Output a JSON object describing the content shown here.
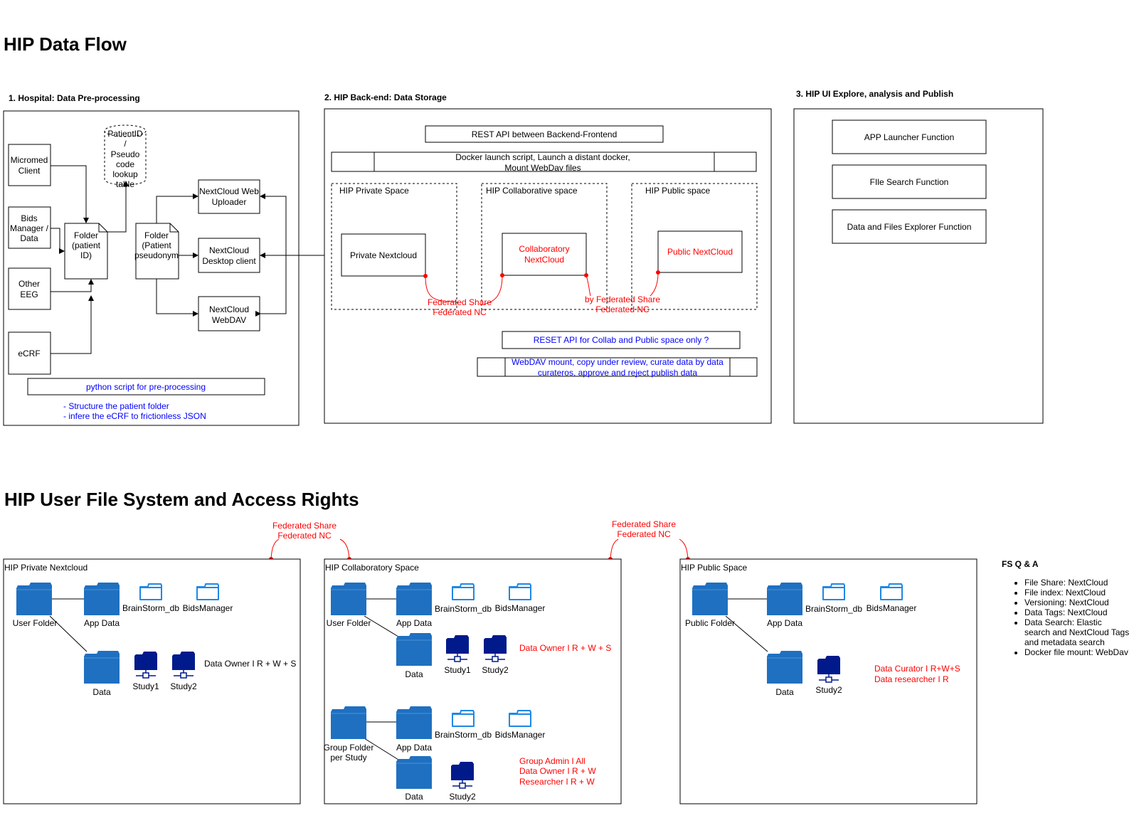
{
  "titles": {
    "data_flow": "HIP Data Flow",
    "file_system": "HIP User File System and Access Rights"
  },
  "hospital": {
    "heading": "1. Hospital: Data Pre-processing",
    "micromed": [
      "Micromed",
      "Client"
    ],
    "bids": [
      "Bids",
      "Manager /",
      "Data"
    ],
    "other_eeg": [
      "Other",
      "EEG"
    ],
    "ecrf": "eCRF",
    "patient_db": [
      "PatientID",
      "/",
      "Pseudo",
      "code",
      "lookup",
      "table"
    ],
    "folder_patient_id": [
      "Folder",
      "(patient",
      "ID)"
    ],
    "folder_pseudonym": [
      "Folder",
      "(Patient",
      "pseudonym"
    ],
    "web_uploader": [
      "NextCloud Web",
      "Uploader"
    ],
    "desktop_client": [
      "NextCloud",
      "Desktop client"
    ],
    "webdav": [
      "NextCloud",
      "WebDAV"
    ],
    "python_script": "python script for pre-processing",
    "notes": [
      "- Structure the patient folder",
      "- infere the eCRF to frictionless JSON"
    ]
  },
  "backend": {
    "heading": "2. HIP Back-end: Data Storage",
    "rest_api": "REST API between Backend-Frontend",
    "docker_script": [
      "Docker launch script, Launch a distant docker,",
      "Mount WebDav files"
    ],
    "private_space": "HIP Private Space",
    "collab_space": "HIP Collaborative space",
    "public_space": "HIP Public space",
    "private_nextcloud": "Private Nextcloud",
    "collab_nextcloud": [
      "Collaboratory",
      "NextCloud"
    ],
    "public_nextcloud": "Public NextCloud",
    "fed_left": [
      "Federated Share",
      "Federated NC"
    ],
    "fed_right": [
      "by Federated Share",
      "Federated NC"
    ],
    "reset_api": "RESET API for Collab and Public space only ?",
    "webdav_mount": [
      "WebDAV mount, copy under review, curate data by data",
      "curateros, approve and reject publish data"
    ]
  },
  "ui": {
    "heading": "3. HIP UI Explore, analysis and Publish",
    "app_launcher": "APP Launcher Function",
    "file_search": "FIle Search Function",
    "explorer": "Data and Files Explorer Function"
  },
  "fs": {
    "federated_1": [
      "Federated Share",
      "Federated NC"
    ],
    "federated_2": [
      "Federated Share",
      "Federated NC"
    ],
    "private": {
      "title": "HIP Private Nextcloud",
      "user_folder": "User Folder",
      "app_data": "App Data",
      "brainstorm": "BrainStorm_db",
      "bids": "BidsManager",
      "data": "Data",
      "study1": "Study1",
      "study2": "Study2",
      "rights": "Data Owner I R + W + S"
    },
    "collab": {
      "title": "HIP Collaboratory Space",
      "user_folder": "User Folder",
      "app_data": "App Data",
      "brainstorm": "BrainStorm_db",
      "bids": "BidsManager",
      "data": "Data",
      "study1": "Study1",
      "study2": "Study2",
      "rights": "Data Owner I R + W + S",
      "group_folder": [
        "Group Folder",
        "per Study"
      ],
      "app_data_2": "App Data",
      "brainstorm_2": "BrainStorm_db",
      "bids_2": "BidsManager",
      "data_2": "Data",
      "study2_2": "Study2",
      "group_rights": [
        "Group Admin I All",
        "Data Owner I R + W",
        "Researcher I R + W"
      ]
    },
    "public": {
      "title": "HIP Public Space",
      "public_folder": "Public Folder",
      "app_data": "App Data",
      "brainstorm": "BrainStorm_db",
      "bids": "BidsManager",
      "data": "Data",
      "study2": "Study2",
      "rights": [
        "Data Curator I R+W+S",
        "Data researcher I R"
      ]
    }
  },
  "qa": {
    "title": "FS Q & A",
    "items": [
      "File Share: NextCloud",
      "File index: NextCloud",
      "Versioning: NextCloud",
      "Data Tags: NextCloud",
      "Data Search: Elastic search and NextCloud Tags and metadata search",
      "Docker file mount: WebDav"
    ]
  }
}
